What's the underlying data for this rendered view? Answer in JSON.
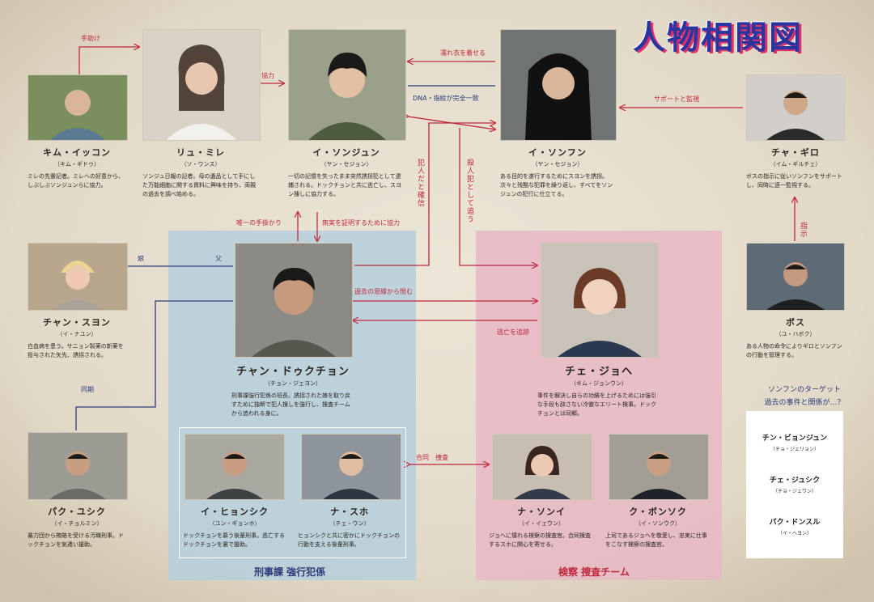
{
  "title": "人物相関図",
  "colors": {
    "relation_red": "#c0283b",
    "relation_blue": "#2c3b78",
    "police_panel": "#b5cfdc",
    "prosecution_panel": "#e7b9c6",
    "title_blue": "#2a35a0",
    "title_pink": "#e0306a"
  },
  "characters": {
    "kim_ikkon": {
      "name": "キム・イッコン",
      "actor": "（キム・ギドゥ）",
      "desc": "ミレの先輩記者。ミレへの好意から、しぶしぶソンジュンらに協力。"
    },
    "ryu_mire": {
      "name": "リュ・ミレ",
      "actor": "（ソ・ウンス）",
      "desc": "ソンジュ日報の記者。母の遺品として手にした万能細胞に関する資料に興味を持ち、両親の過去を調べ始める。"
    },
    "lee_sonjun": {
      "name": "イ・ソンジュン",
      "actor": "（ヤン・セジョン）",
      "desc": "一切の記憶を失ったまま突然誘拐犯として逮捕される。ドックチョンと共に逃亡し、スヨン捜しに協力する。"
    },
    "lee_sonfun": {
      "name": "イ・ソンフン",
      "actor": "（ヤン・セジョン）",
      "desc": "ある目的を遂行するためにスヨンを誘拐。次々と残酷な犯罪を繰り返し、すべてをソンジュンの犯行に仕立てる。"
    },
    "cha_giro": {
      "name": "チャ・ギロ",
      "actor": "（イム・ギルチェ）",
      "desc": "ボスの指示に従いソンフンをサポートし、同時に逐一監視する。"
    },
    "chan_suyon": {
      "name": "チャン・スヨン",
      "actor": "（イ・ナユン）",
      "desc": "白血病を患う。サニョン製薬の新薬を投与された矢先、誘拐される。"
    },
    "chan_dokchon": {
      "name": "チャン・ドゥクチョン",
      "actor": "（チョン・ジェヨン）",
      "desc": "刑事課強行犯係の班長。誘拐された娘を取り戻すために独断で犯人捜しを強行し、捜査チームから追われる身に。"
    },
    "che_johe": {
      "name": "チェ・ジョヘ",
      "actor": "（キム・ジョンウン）",
      "desc": "事件を解決し自らの功績を上げるためには強引な手段も辞さない冷徹なエリート検事。ドックチョンとは同郷。"
    },
    "boss": {
      "name": "ボス",
      "actor": "（ユ・ハボク）",
      "desc": "ある人物の命令によりギロとソンフンの行動を管理する。"
    },
    "pak_yusik": {
      "name": "パク・ユシク",
      "actor": "（イ・チョルミン）",
      "desc": "暴力団から賄賂を受ける汚職刑事。ドックチョンを気遣い援助。"
    },
    "lee_hyonsik": {
      "name": "イ・ヒョンシク",
      "actor": "（ユン・ギョンホ）",
      "desc": "ドックチョンを慕う後輩刑事。逃亡するドックチョンを裏で援助。"
    },
    "na_suho": {
      "name": "ナ・スホ",
      "actor": "（チェ・ウン）",
      "desc": "ヒョンシクと共に密かにドックチョンの行動を支える後輩刑事。"
    },
    "na_sonyi": {
      "name": "ナ・ソンイ",
      "actor": "（イ・イェウン）",
      "desc": "ジョヘに憧れる検察の捜査官。合同捜査するスホに関心を寄せる。"
    },
    "ku_bonsok": {
      "name": "ク・ボンソク",
      "actor": "（イ・ソンウク）",
      "desc": "上司であるジョヘを敬愛し、忠実に仕事をこなす検察の捜査官。"
    }
  },
  "relations": {
    "help": "手助け",
    "cooperation": "協力",
    "framed": "濡れ衣を着せる",
    "dna": "DNA・指紋が完全一致",
    "support": "サポートと監視",
    "conviction": "犯人だと確信",
    "chase_killer": "殺人犯として追う",
    "clue": "唯一の手掛かり",
    "prove": "無実を証明するために協力",
    "daughter": "娘",
    "father": "父",
    "grudge": "過去の恩縁から恨む",
    "pursue": "逃亡を追跡",
    "instruct": "指示",
    "classmate": "同期",
    "joint": "合同　捜査"
  },
  "groups": {
    "police": "刑事課 強行犯係",
    "prosecution": "検察 捜査チーム"
  },
  "target": {
    "title_line1": "ソンフンのターゲット",
    "title_line2": "過去の事件と関係が…？",
    "items": [
      {
        "name": "チン・ビョンジュン",
        "actor": "（チョ・ジェリョン）"
      },
      {
        "name": "チェ・ジュシク",
        "actor": "（チョ・ジェワン）"
      },
      {
        "name": "パク・ドンスル",
        "actor": "（イ・ヘヨン）"
      }
    ]
  }
}
